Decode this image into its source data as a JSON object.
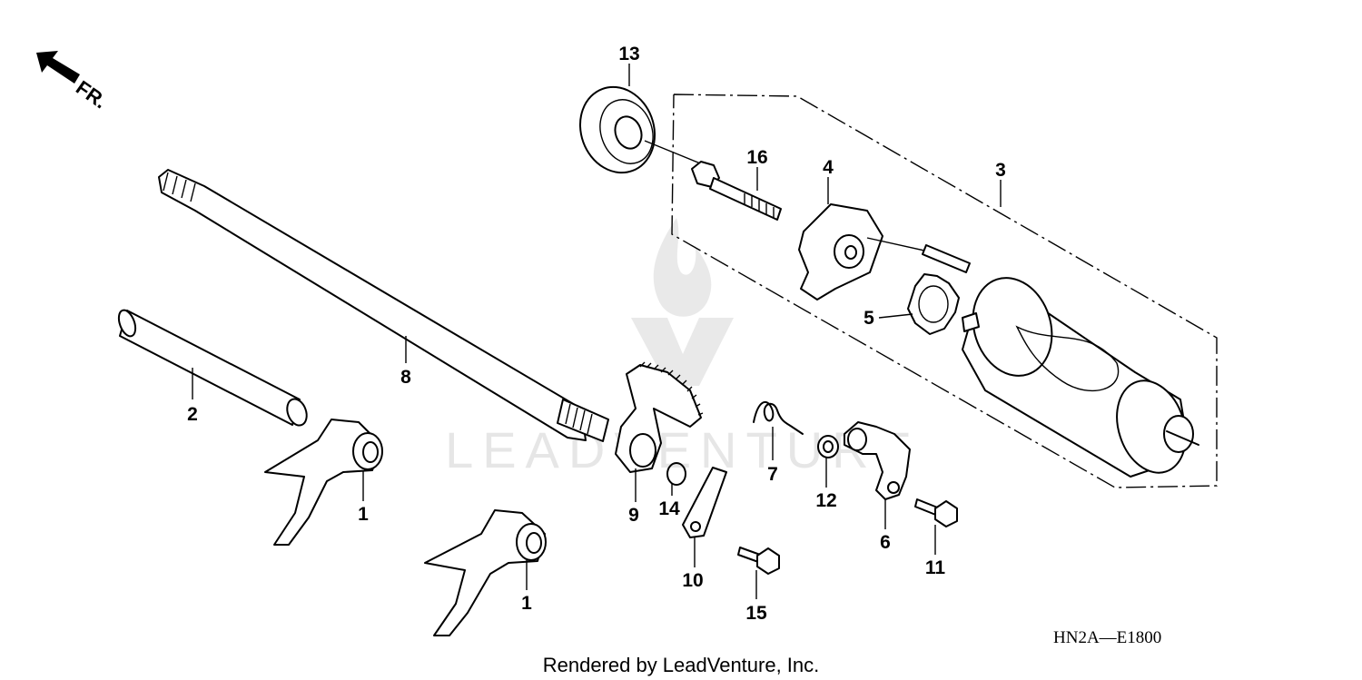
{
  "direction_marker": {
    "text": "FR.",
    "icon": "arrow-icon"
  },
  "callouts": {
    "c1a": "1",
    "c1b": "1",
    "c2": "2",
    "c3": "3",
    "c4": "4",
    "c5": "5",
    "c6": "6",
    "c7": "7",
    "c8": "8",
    "c9": "9",
    "c10": "10",
    "c11": "11",
    "c12": "12",
    "c13": "13",
    "c14": "14",
    "c15": "15",
    "c16": "16"
  },
  "diagram_code": "HN2A—E1800",
  "footer": "Rendered by LeadVenture, Inc.",
  "watermark": "LEADVENTURE"
}
